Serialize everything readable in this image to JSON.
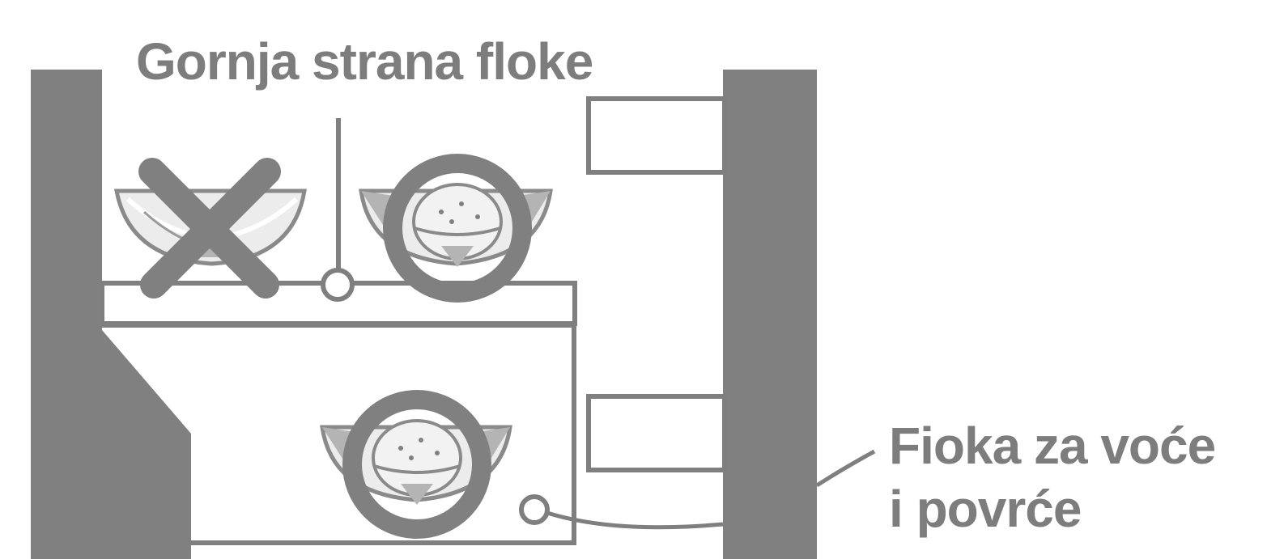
{
  "labels": {
    "top_shelf": "Gornja strana floke",
    "drawer_line1": "Fioka za voće",
    "drawer_line2": "i povrće"
  },
  "colors": {
    "wall": "#808080",
    "line": "#7f7f7f",
    "text": "#7d7d7d",
    "bowl": "#ececec",
    "fruit": "#f2f2f2",
    "tip": "#b4b4b4",
    "background": "#ffffff"
  },
  "icons": {
    "wrong": "cross-mark",
    "right": "circle-mark"
  }
}
